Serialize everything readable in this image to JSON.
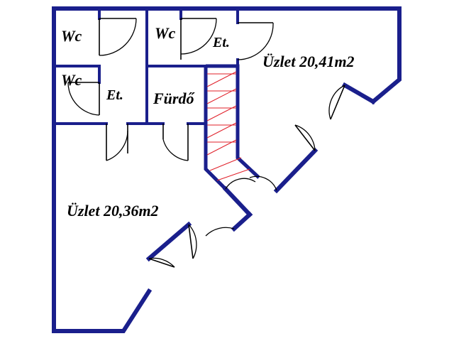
{
  "plan": {
    "colors": {
      "wall": "#1a1f8c",
      "window": "#a9c3e8",
      "stair_hatch": "#e0202a",
      "door": "#000000"
    },
    "rooms": [
      {
        "id": "wc-1",
        "label": "Wc"
      },
      {
        "id": "wc-2",
        "label": "Wc"
      },
      {
        "id": "et-1",
        "label": "Et."
      },
      {
        "id": "shop-1",
        "label": "Üzlet 20,41m2"
      },
      {
        "id": "wc-3",
        "label": "Wc"
      },
      {
        "id": "et-2",
        "label": "Et."
      },
      {
        "id": "bath",
        "label": "Fürdő"
      },
      {
        "id": "shop-2",
        "label": "Üzlet 20,36m2"
      }
    ]
  }
}
